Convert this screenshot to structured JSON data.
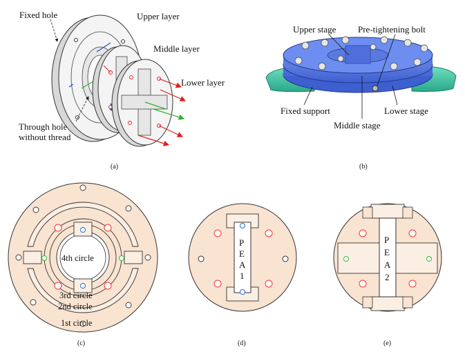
{
  "panel_a": {
    "caption": "(a)",
    "labels": {
      "fixed_hole": "Fixed hole",
      "upper_layer": "Upper layer",
      "middle_layer": "Middle  layer",
      "lower_layer": "Lower layer",
      "through_hole_1": "Through hole",
      "through_hole_2": "without thread"
    },
    "colors": {
      "plate": "#f2f2f2",
      "edge": "#333333",
      "red": "#e02020",
      "blue": "#2050d0",
      "green": "#30b030"
    }
  },
  "panel_b": {
    "caption": "(b)",
    "labels": {
      "upper_stage": "Upper stage",
      "pretightening_bolt": "Pre-tightening bolt",
      "fixed_support": "Fixed support",
      "lower_stage": "Lower stage",
      "middle_stage": "Middle stage"
    },
    "colors": {
      "stage": "#4f73e3",
      "support": "#3fc9a5"
    }
  },
  "panel_c": {
    "caption": "(c)",
    "labels": {
      "circle4": "4th circle",
      "circle3": "3rd circle",
      "circle2": "2nd circle",
      "circle1": "1st circle"
    }
  },
  "panel_d": {
    "caption": "(d)",
    "pea": [
      "P",
      "E",
      "A",
      "1"
    ]
  },
  "panel_e": {
    "caption": "(e)",
    "pea": [
      "P",
      "E",
      "A",
      "2"
    ]
  },
  "colors": {
    "disk": "#f9e3d1",
    "line": "#333333",
    "hole_red": "#ff3333",
    "hole_blue": "#2a6bd8",
    "hole_green": "#33bb33"
  }
}
